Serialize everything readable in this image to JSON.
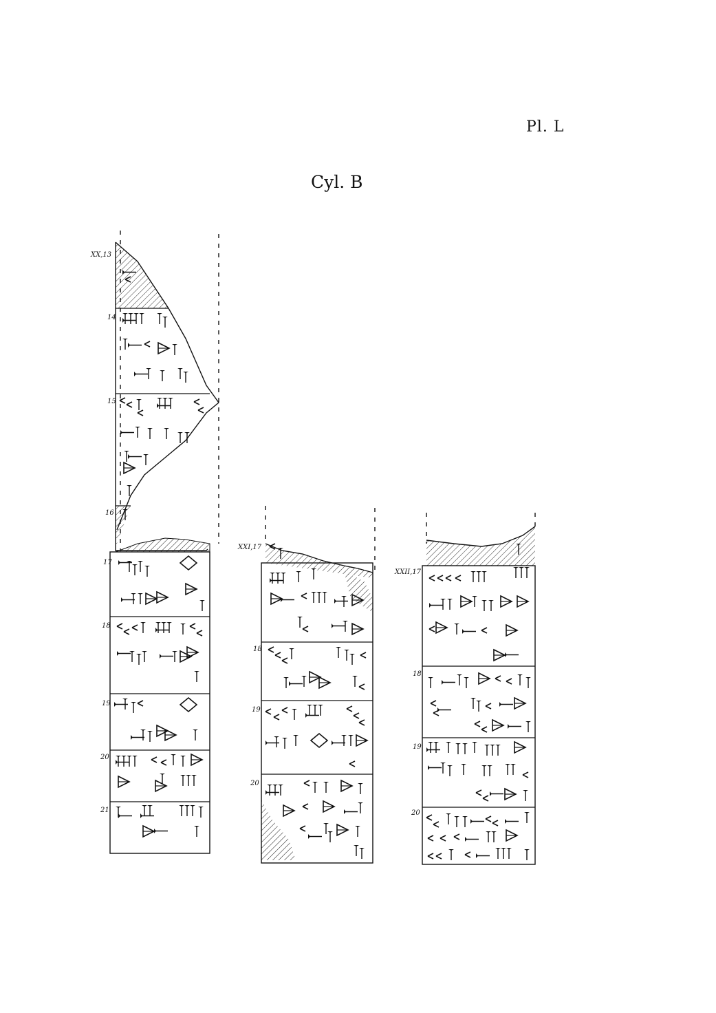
{
  "plate": {
    "number": "Pl. L",
    "title": "Cyl. B"
  },
  "columns": [
    {
      "id": "xx",
      "lines": [
        "XX,13",
        "14",
        "15",
        "16",
        "17",
        "18",
        "19",
        "20",
        "21"
      ]
    },
    {
      "id": "xxi",
      "lines": [
        "XXI,17",
        "18",
        "19",
        "20"
      ]
    },
    {
      "id": "xxii",
      "lines": [
        "XXII,17",
        "18",
        "19",
        "20"
      ]
    }
  ]
}
